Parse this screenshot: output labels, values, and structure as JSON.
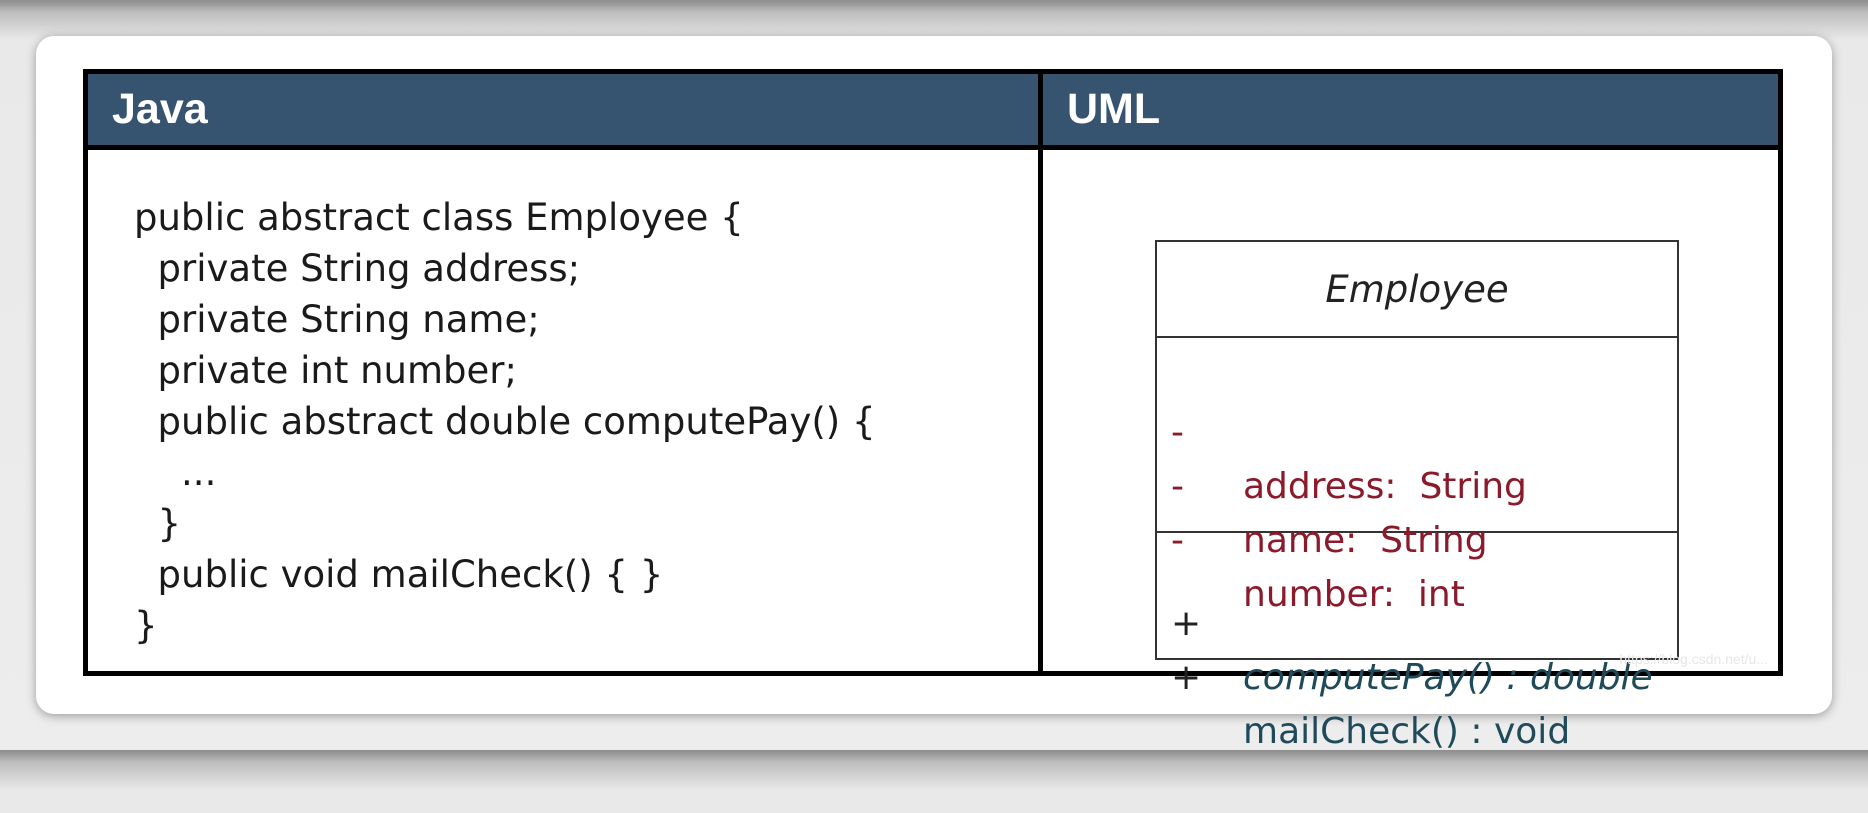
{
  "table": {
    "java_header": "Java",
    "uml_header": "UML"
  },
  "java_code": [
    "public abstract class Employee {",
    "  private String address;",
    "  private String name;",
    "  private int number;",
    "  public abstract double computePay() {",
    "    ...",
    "  }",
    "  public void mailCheck() { }",
    "}"
  ],
  "uml_class": {
    "name": "Employee",
    "attributes": [
      {
        "visibility": "-",
        "text": "address:  String"
      },
      {
        "visibility": "-",
        "text": "name:  String"
      },
      {
        "visibility": "-",
        "text": "number:  int"
      }
    ],
    "operations": [
      {
        "visibility": "+",
        "text": "computePay() : double",
        "abstract": true
      },
      {
        "visibility": "+",
        "text": "mailCheck() : void",
        "abstract": false
      }
    ]
  },
  "watermark": "https://blog.csdn.net/u..."
}
